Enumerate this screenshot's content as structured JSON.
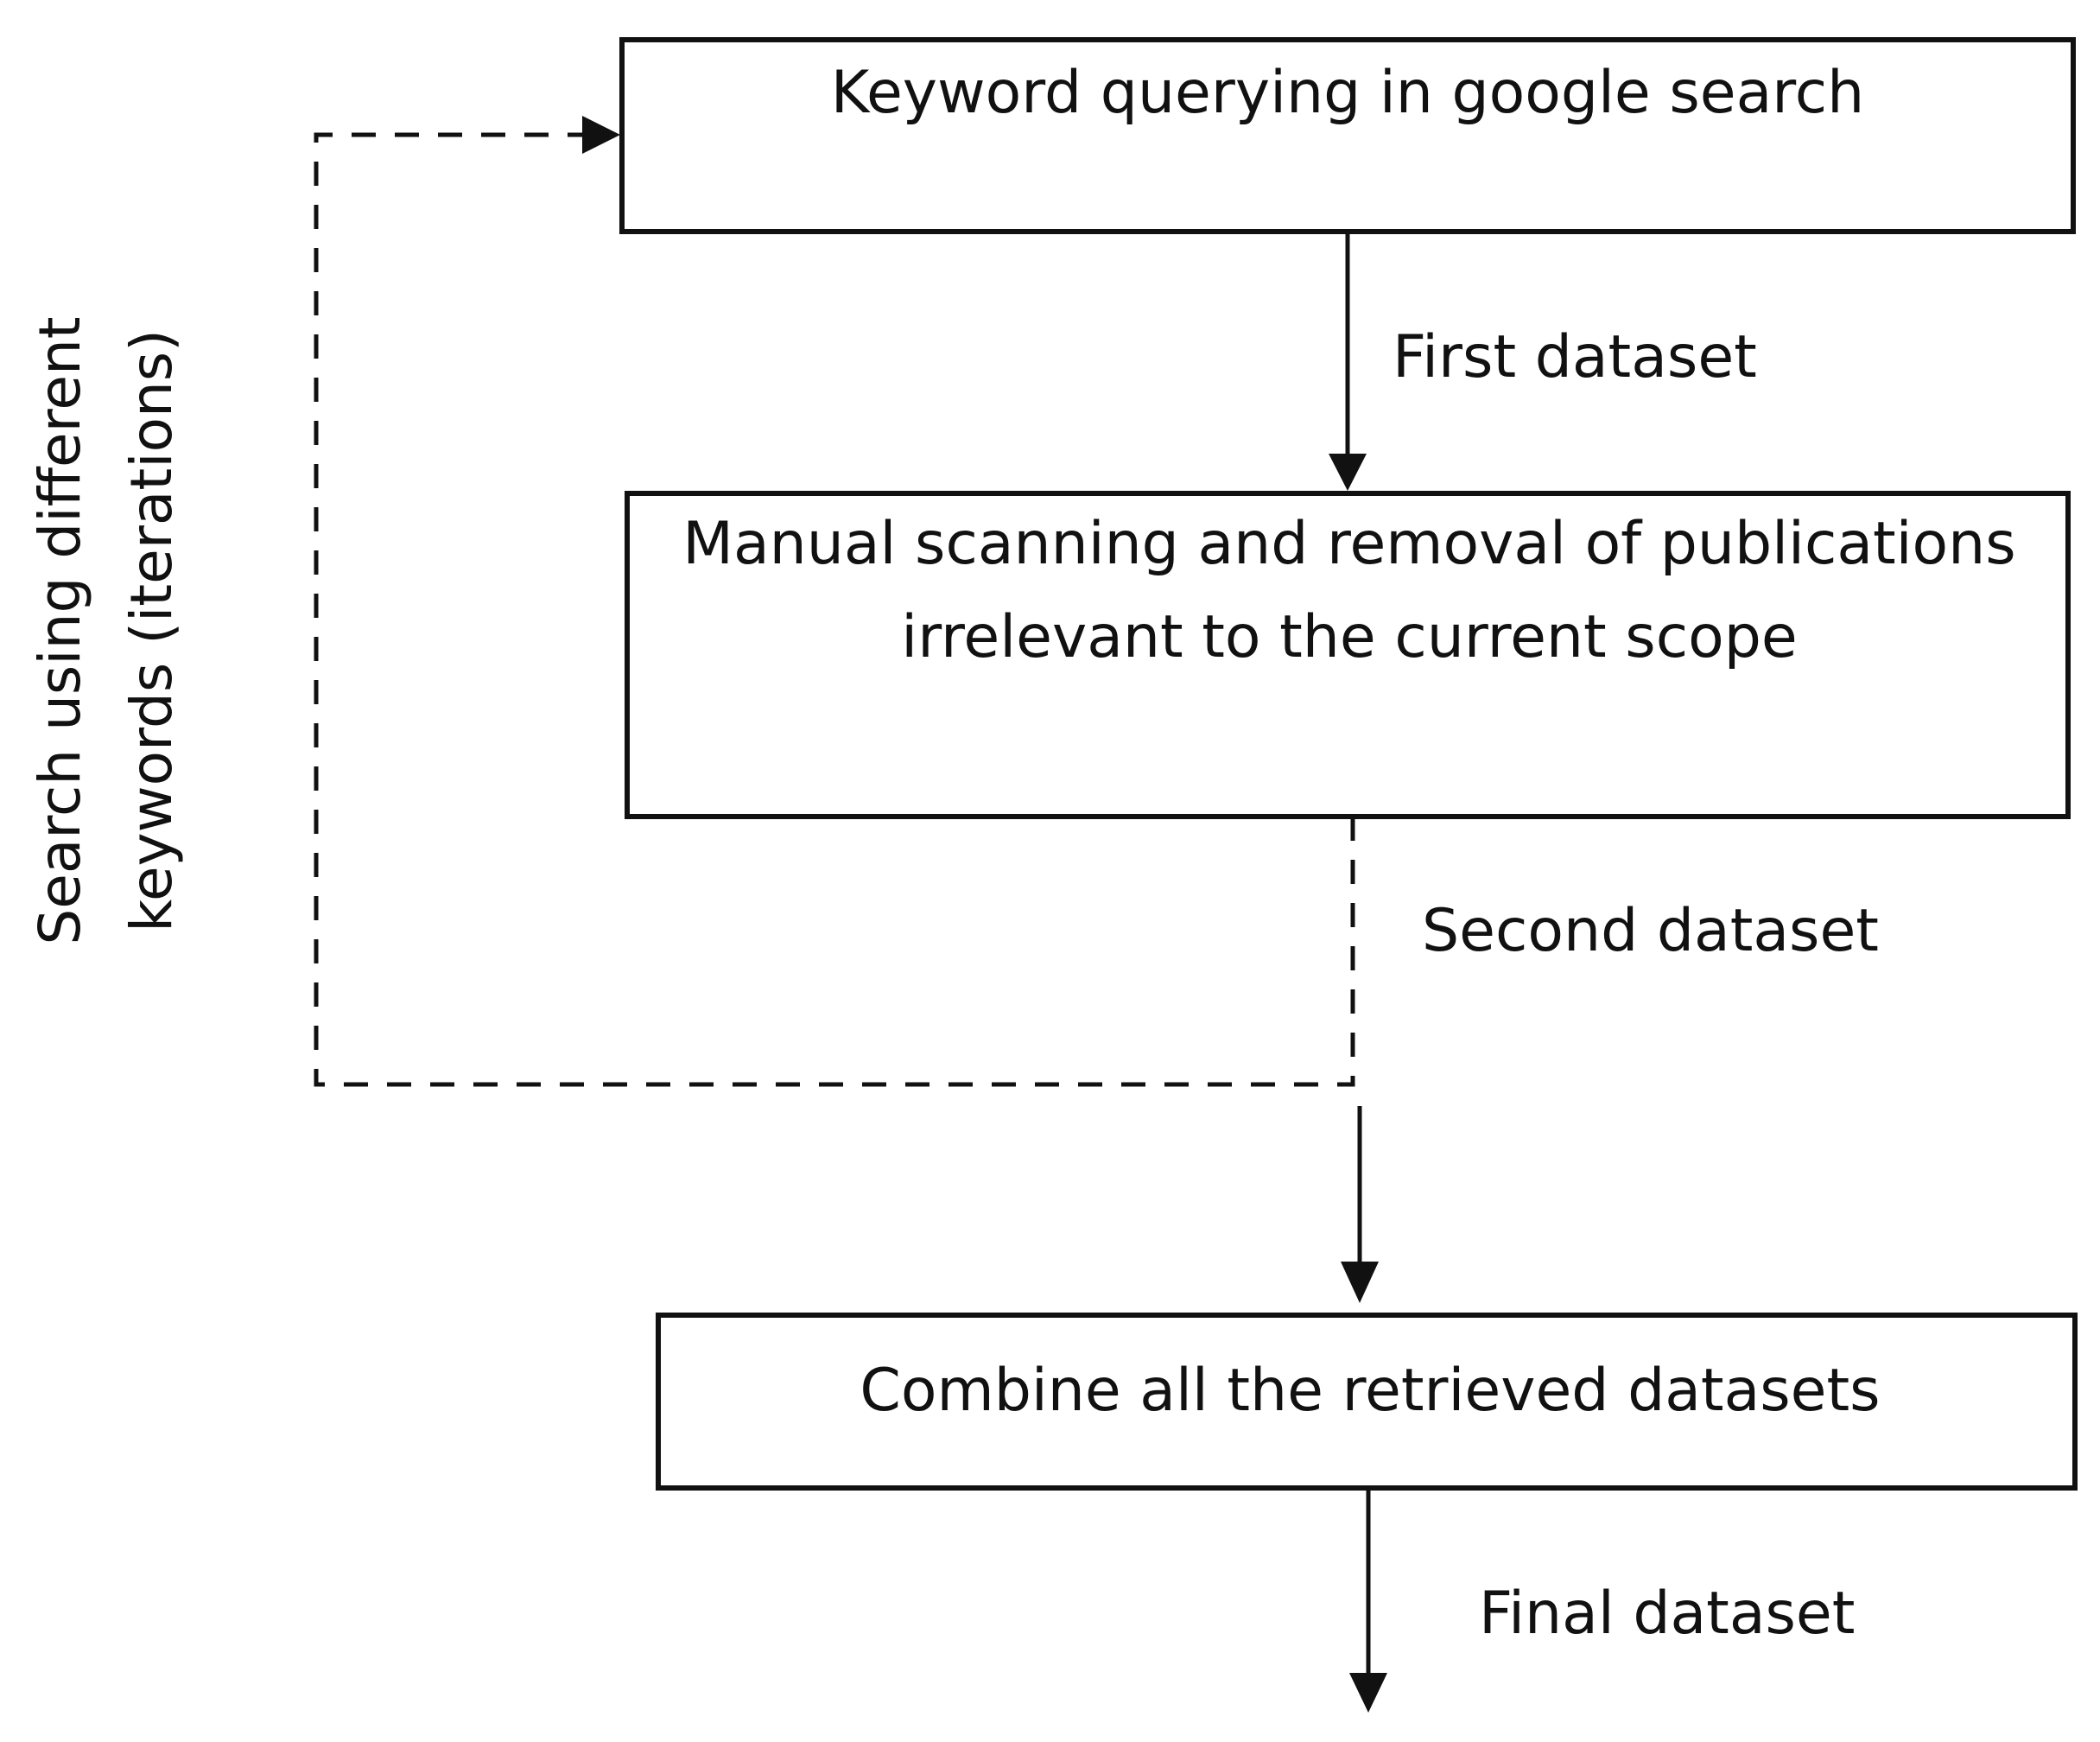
{
  "diagram": {
    "boxes": {
      "keyword_query": {
        "lines": [
          "Keyword querying in google search"
        ]
      },
      "manual_scan": {
        "lines": [
          "Manual scanning and removal of publications",
          "irrelevant to the current scope"
        ]
      },
      "combine": {
        "lines": [
          "Combine all the retrieved datasets"
        ]
      }
    },
    "edge_labels": {
      "first": "First dataset",
      "second": "Second dataset",
      "final": "Final dataset"
    },
    "loop_label": {
      "lines": [
        "Search using different",
        "keywords (iterations)"
      ]
    },
    "colors": {
      "stroke": "#111111",
      "background": "#ffffff"
    }
  }
}
